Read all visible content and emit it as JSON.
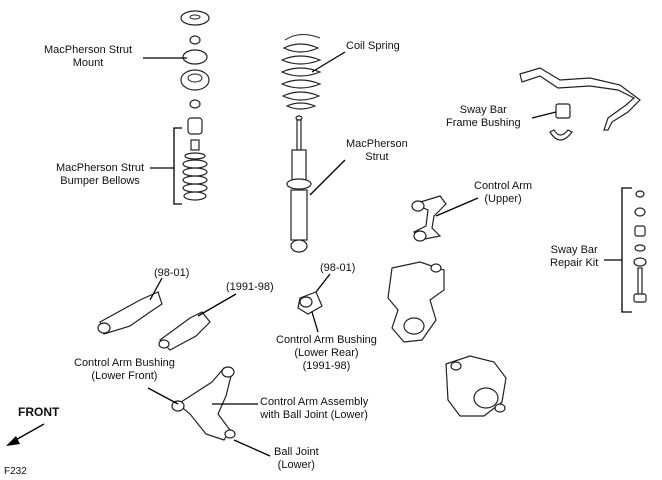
{
  "labels": {
    "strut_mount": [
      "MacPherson Strut",
      "Mount"
    ],
    "bumper_bellows": [
      "MacPherson Strut",
      "Bumper Bellows"
    ],
    "coil_spring": [
      "Coil Spring"
    ],
    "macpherson_strut": [
      "MacPherson",
      "Strut"
    ],
    "sway_bar_bushing": [
      "Sway Bar",
      "Frame Bushing"
    ],
    "control_arm_upper": [
      "Control Arm",
      "(Upper)"
    ],
    "sway_bar_repair_kit": [
      "Sway Bar",
      "Repair Kit"
    ],
    "year_98_01_left": [
      "(98-01)"
    ],
    "year_1991_98": [
      "(1991-98)"
    ],
    "year_98_01_mid": [
      "(98-01)"
    ],
    "control_arm_bushing_lower_rear": [
      "Control Arm Bushing",
      "(Lower Rear)",
      "(1991-98)"
    ],
    "control_arm_bushing_lower_front": [
      "Control Arm Bushing",
      "(Lower Front)"
    ],
    "control_arm_assembly": [
      "Control Arm Assembly",
      "with Ball Joint (Lower)"
    ],
    "ball_joint": [
      "Ball Joint",
      "(Lower)"
    ]
  },
  "front_label": "FRONT",
  "figure_code": "F232"
}
